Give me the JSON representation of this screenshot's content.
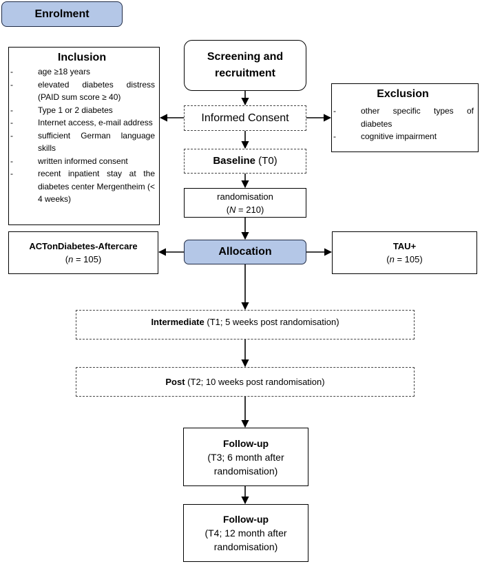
{
  "enrolment": "Enrolment",
  "screening": "Screening and recruitment",
  "consent": "Informed Consent",
  "inclusion": {
    "title": "Inclusion",
    "items": [
      "age ≥18 years",
      "elevated diabetes distress (PAID sum score ≥ 40)",
      "Type 1 or 2 diabetes",
      "Internet access, e-mail address",
      "sufficient German language skills",
      "written informed consent",
      "recent inpatient stay at the diabetes center Mergentheim (< 4 weeks)"
    ]
  },
  "exclusion": {
    "title": "Exclusion",
    "items": [
      "other specific types of diabetes",
      "cognitive impairment"
    ]
  },
  "baseline": {
    "bold": "Baseline",
    "rest": " (T0)"
  },
  "randomisation": {
    "label": "randomisation",
    "n": "(N = 210)"
  },
  "allocation": "Allocation",
  "left_arm": {
    "name": "ACTonDiabetes-Aftercare",
    "n": "(n = 105)"
  },
  "right_arm": {
    "name": "TAU+",
    "n": "(n = 105)"
  },
  "intermediate": {
    "bold": "Intermediate",
    "rest": " (T1; 5 weeks post randomisation)"
  },
  "post": {
    "bold": "Post",
    "rest": " (T2; 10 weeks post randomisation)"
  },
  "followup1": {
    "bold": "Follow-up",
    "line1": "(T3; 6 month after",
    "line2": "randomisation)"
  },
  "followup2": {
    "bold": "Follow-up",
    "line1": "(T4; 12 month after",
    "line2": "randomisation)"
  }
}
